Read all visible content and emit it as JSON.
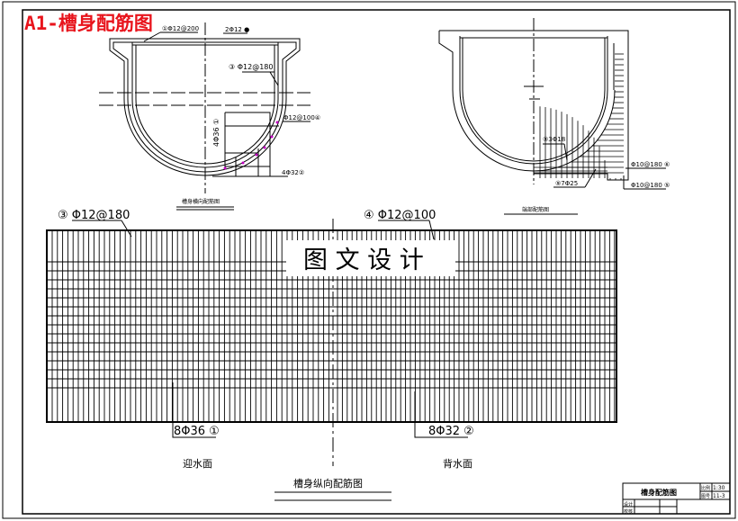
{
  "title": "A1-槽身配筋图",
  "colors": {
    "title": "#e8141c",
    "rebar_dots": "#c000c0",
    "line": "#000000"
  },
  "watermark": "图 文 设 计",
  "cross_section": {
    "caption": "槽身横向配筋图",
    "labels": {
      "top_left": "①Φ12@200",
      "top_bar": "2Φ12 ●",
      "wall": "③ Φ12@180",
      "arc": "Φ12@100④",
      "vertical": "4Φ36 ①",
      "bottom": "4Φ32②"
    }
  },
  "end_section": {
    "caption": "端部配筋图",
    "labels": {
      "a": "⑨3Φ18",
      "b": "Φ10@180 ⑥",
      "c": "⑨7Φ25",
      "d": "Φ10@180 ⑤"
    }
  },
  "longitudinal": {
    "caption": "槽身纵向配筋图",
    "label_top_left": "③ Φ12@180",
    "label_top_right": "④ Φ12@100",
    "label_bottom_left": "8Φ36 ①",
    "label_bottom_right": "8Φ32 ②",
    "face_upstream": "迎水面",
    "face_downstream": "背水面"
  },
  "title_block": {
    "name": "槽身配筋图",
    "scale_label": "比例",
    "scale": "1:30",
    "number_label": "图号",
    "number": "11-3",
    "row1": "设计",
    "row2": "校核"
  }
}
